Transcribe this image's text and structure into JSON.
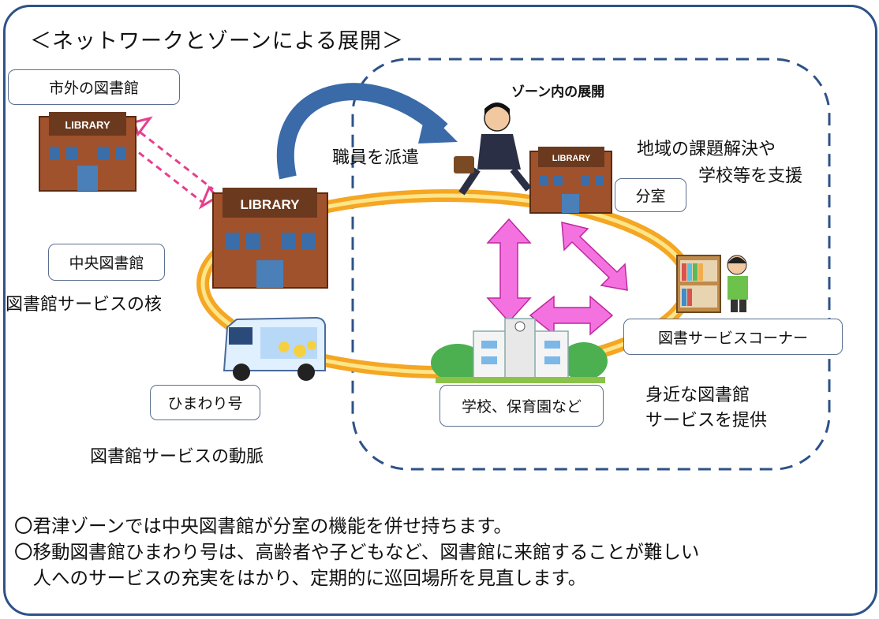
{
  "title": "＜ネットワークとゾーンによる展開＞",
  "zone": {
    "title": "ゾーン内の展開"
  },
  "labels": {
    "outside_library": "市外の図書館",
    "central_library": "中央図書館",
    "central_desc": "図書館サービスの核",
    "bookmobile": "ひまわり号",
    "bookmobile_desc": "図書館サービスの動脈",
    "dispatch_staff": "職員を派遣",
    "branch_room": "分室",
    "branch_desc_1": "地域の課題解決や",
    "branch_desc_2": "学校等を支援",
    "service_corner": "図書サービスコーナー",
    "schools": "学校、保育園など",
    "nearby_1": "身近な図書館",
    "nearby_2": "サービスを提供"
  },
  "building_sign": "LIBRARY",
  "notes": [
    "〇君津ゾーンでは中央図書館が分室の機能を併せ持ちます。",
    "〇移動図書館ひまわり号は、高齢者や子どもなど、図書館に来館することが難しい",
    "　人へのサービスの充実をはかり、定期的に巡回場所を見直します。"
  ],
  "colors": {
    "frame": "#2e5288",
    "ring": "#f5a623",
    "ring_core": "#fde68a",
    "magenta_arrow": "#f472e0",
    "dispatch_arrow": "#3a6aa8",
    "pink_dashed": "#e83e8c"
  }
}
